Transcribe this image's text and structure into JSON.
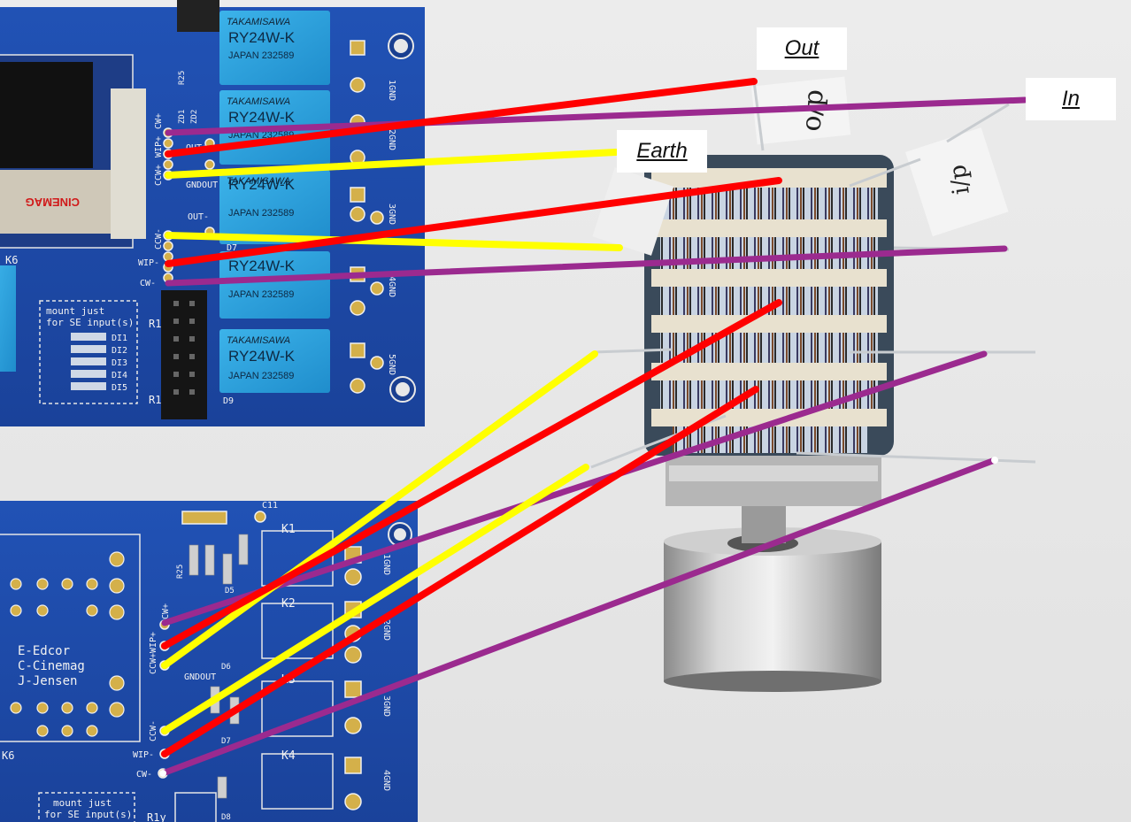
{
  "callouts": {
    "out": "Out",
    "in": "In",
    "earth": "Earth"
  },
  "board_top": {
    "relay_brand": "TAKAMISAWA",
    "relay_model": "RY24W-K",
    "relay_origin": "JAPAN 232589",
    "pin_labels": [
      "CW+",
      "WIP+",
      "CCW+",
      "CCW-",
      "WIP-",
      "CW-"
    ],
    "out_labels": [
      "OUT+",
      "GNDOUT",
      "OUT-"
    ],
    "gnd_labels": [
      "1GND",
      "2GND",
      "3GND",
      "4GND",
      "5GND"
    ],
    "mount_note": [
      "mount just",
      "for SE input(s)"
    ],
    "diode_labels": [
      "DI1",
      "DI2",
      "DI3",
      "DI4",
      "DI5"
    ],
    "ref_labels": [
      "K6",
      "R1",
      "R1",
      "D9",
      "D7",
      "R25",
      "ZD1",
      "ZD2"
    ],
    "cinemag": "CINEMAG"
  },
  "board_bottom": {
    "relay_labels": [
      "K1",
      "K2",
      "K3",
      "K4"
    ],
    "pin_labels": [
      "CW+",
      "WIP+",
      "CCW+",
      "CCW-",
      "WIP-",
      "CW-"
    ],
    "gnd_labels": [
      "1GND",
      "2GND",
      "3GND",
      "4GND"
    ],
    "gndout": "GNDOUT",
    "transformer_legend": [
      "E-Edcor",
      "C-Cinemag",
      "J-Jensen"
    ],
    "mount_note": [
      "mount just",
      "for SE input(s)"
    ],
    "ref_labels": [
      "K6",
      "R1y",
      "C11",
      "R25",
      "D5",
      "D6",
      "D7",
      "D8"
    ]
  },
  "switch_tags": [
    "o/p",
    "i/p"
  ],
  "colors": {
    "pcb": "#1d49a6",
    "wire_red": "#ff0000",
    "wire_yellow": "#ffff00",
    "wire_purple": "#9b2a8f",
    "relay_blue": "#2aa0dc"
  }
}
